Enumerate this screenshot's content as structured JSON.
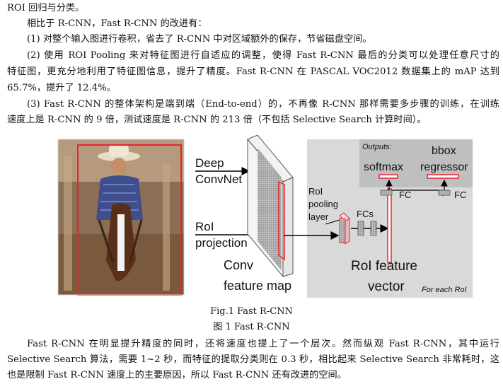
{
  "text": {
    "heading": "ROI 回归与分类。",
    "intro": "相比于 R-CNN，Fast R-CNN 的改进有：",
    "p1": "(1) 对整个输入图进行卷积，省去了 R-CNN 中对区域额外的保存，节省磁盘空间。",
    "p2a": "(2) 使用 ROI Pooling 来对特征图进行自适应的调整，使得 Fast R-CNN 最后的分类可以处理任意尺寸的",
    "p2b": "特征图，更充分地利用了特征图信息，提升了精度。Fast R-CNN 在 PASCAL VOC2012 数据集上的 mAP 达到",
    "p2c": "65.7%，提升了 12.4%。",
    "p3a": "(3) Fast R-CNN 的整体架构是端到端（End-to-end）的，不再像 R-CNN 那样需要多步骤的训练，在训练",
    "p3b": "速度上是 R-CNN 的 9 倍，测试速度是 R-CNN 的 213 倍（不包括 Selective Search 计算时间）。",
    "fig_caption_en": "Fig.1    Fast R-CNN",
    "fig_caption_zh": "图 1    Fast R-CNN",
    "p4a": "Fast R-CNN 在明显提升精度的同时，还将速度也提上了一个层次。然而纵观 Fast R-CNN，其中运行",
    "p4b": "Selective Search 算法，需要 1~2 秒，而特征的提取分类则在 0.3 秒，相比起来 Selective Search 非常耗时，这",
    "p4c": "也是限制 Fast R-CNN 速度上的主要原因，所以 Fast R-CNN 还有改进的空间。"
  },
  "figure": {
    "deep": "Deep",
    "convnet": "ConvNet",
    "roi": "RoI",
    "projection": "projection",
    "conv": "Conv",
    "feature_map": "feature map",
    "roi_pool_1": "RoI",
    "roi_pool_2": "pooling",
    "roi_pool_3": "layer",
    "fcs": "FCs",
    "outputs": "Outputs:",
    "softmax": "softmax",
    "bbox": "bbox",
    "regressor": "regressor",
    "fc_left": "FC",
    "fc_right": "FC",
    "roi_feature": "RoI feature",
    "vector": "vector",
    "for_each": "For each RoI"
  },
  "colors": {
    "accent_red": "#e8252b",
    "panel_gray": "#d9d9d9",
    "output_gray": "#bfbfbf"
  }
}
